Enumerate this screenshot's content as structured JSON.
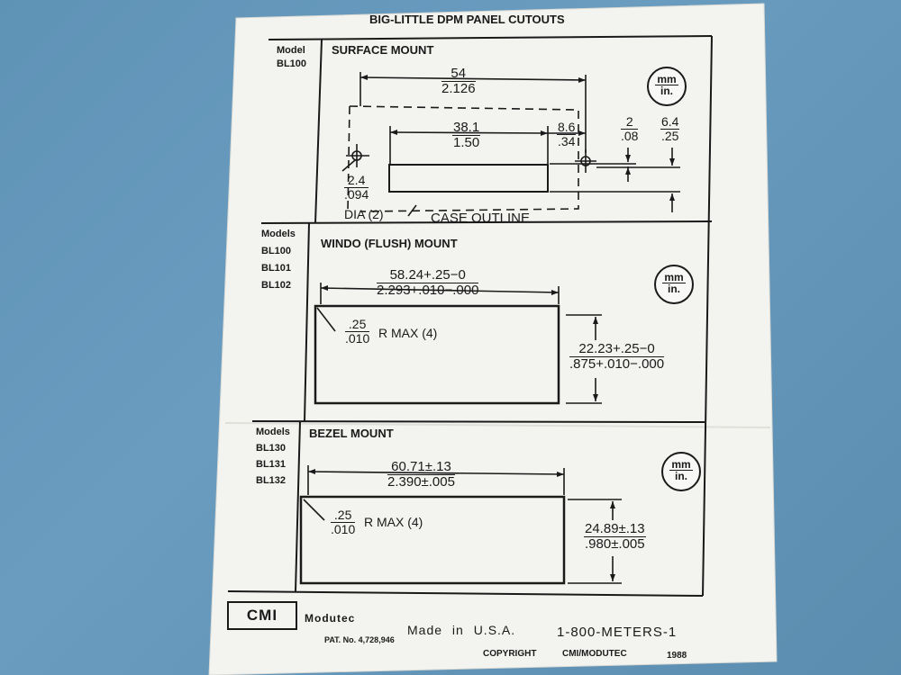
{
  "title": "BIG-LITTLE DPM PANEL CUTOUTS",
  "units": {
    "num": "mm",
    "den": "in."
  },
  "surface": {
    "model_label": "Model",
    "models": [
      "BL100"
    ],
    "heading": "SURFACE MOUNT",
    "width": {
      "mm": "54",
      "in": "2.126"
    },
    "cutout": {
      "mm": "38.1",
      "in": "1.50"
    },
    "offset": {
      "mm": "8.6",
      "in": ".34"
    },
    "small": {
      "mm": "2",
      "in": ".08"
    },
    "height": {
      "mm": "6.4",
      "in": ".25"
    },
    "hole": {
      "mm": "2.4",
      "in": ".094"
    },
    "dia_label": "DIA (2)",
    "case_label": "CASE OUTLINE"
  },
  "windo": {
    "model_label": "Models",
    "models": [
      "BL100",
      "BL101",
      "BL102"
    ],
    "heading": "WINDO (FLUSH) MOUNT",
    "width": {
      "mm": "58.24+.25−0",
      "in": "2.293+.010−.000"
    },
    "height": {
      "mm": "22.23+.25−0",
      "in": ".875+.010−.000"
    },
    "radius": {
      "mm": ".25",
      "in": ".010",
      "label": "R MAX (4)"
    }
  },
  "bezel": {
    "model_label": "Models",
    "models": [
      "BL130",
      "BL131",
      "BL132"
    ],
    "heading": "BEZEL MOUNT",
    "width": {
      "mm": "60.71±.13",
      "in": "2.390±.005"
    },
    "height": {
      "mm": "24.89±.13",
      "in": ".980±.005"
    },
    "radius": {
      "mm": ".25",
      "in": ".010",
      "label": "R MAX (4)"
    }
  },
  "footer": {
    "logo": "CMI",
    "brand": "Modutec",
    "made": "Made in U.S.A.",
    "phone": "1-800-METERS-1",
    "patent": "PAT. No. 4,728,946",
    "copyright": "COPYRIGHT",
    "company": "CMI/MODUTEC",
    "year": "1988"
  }
}
